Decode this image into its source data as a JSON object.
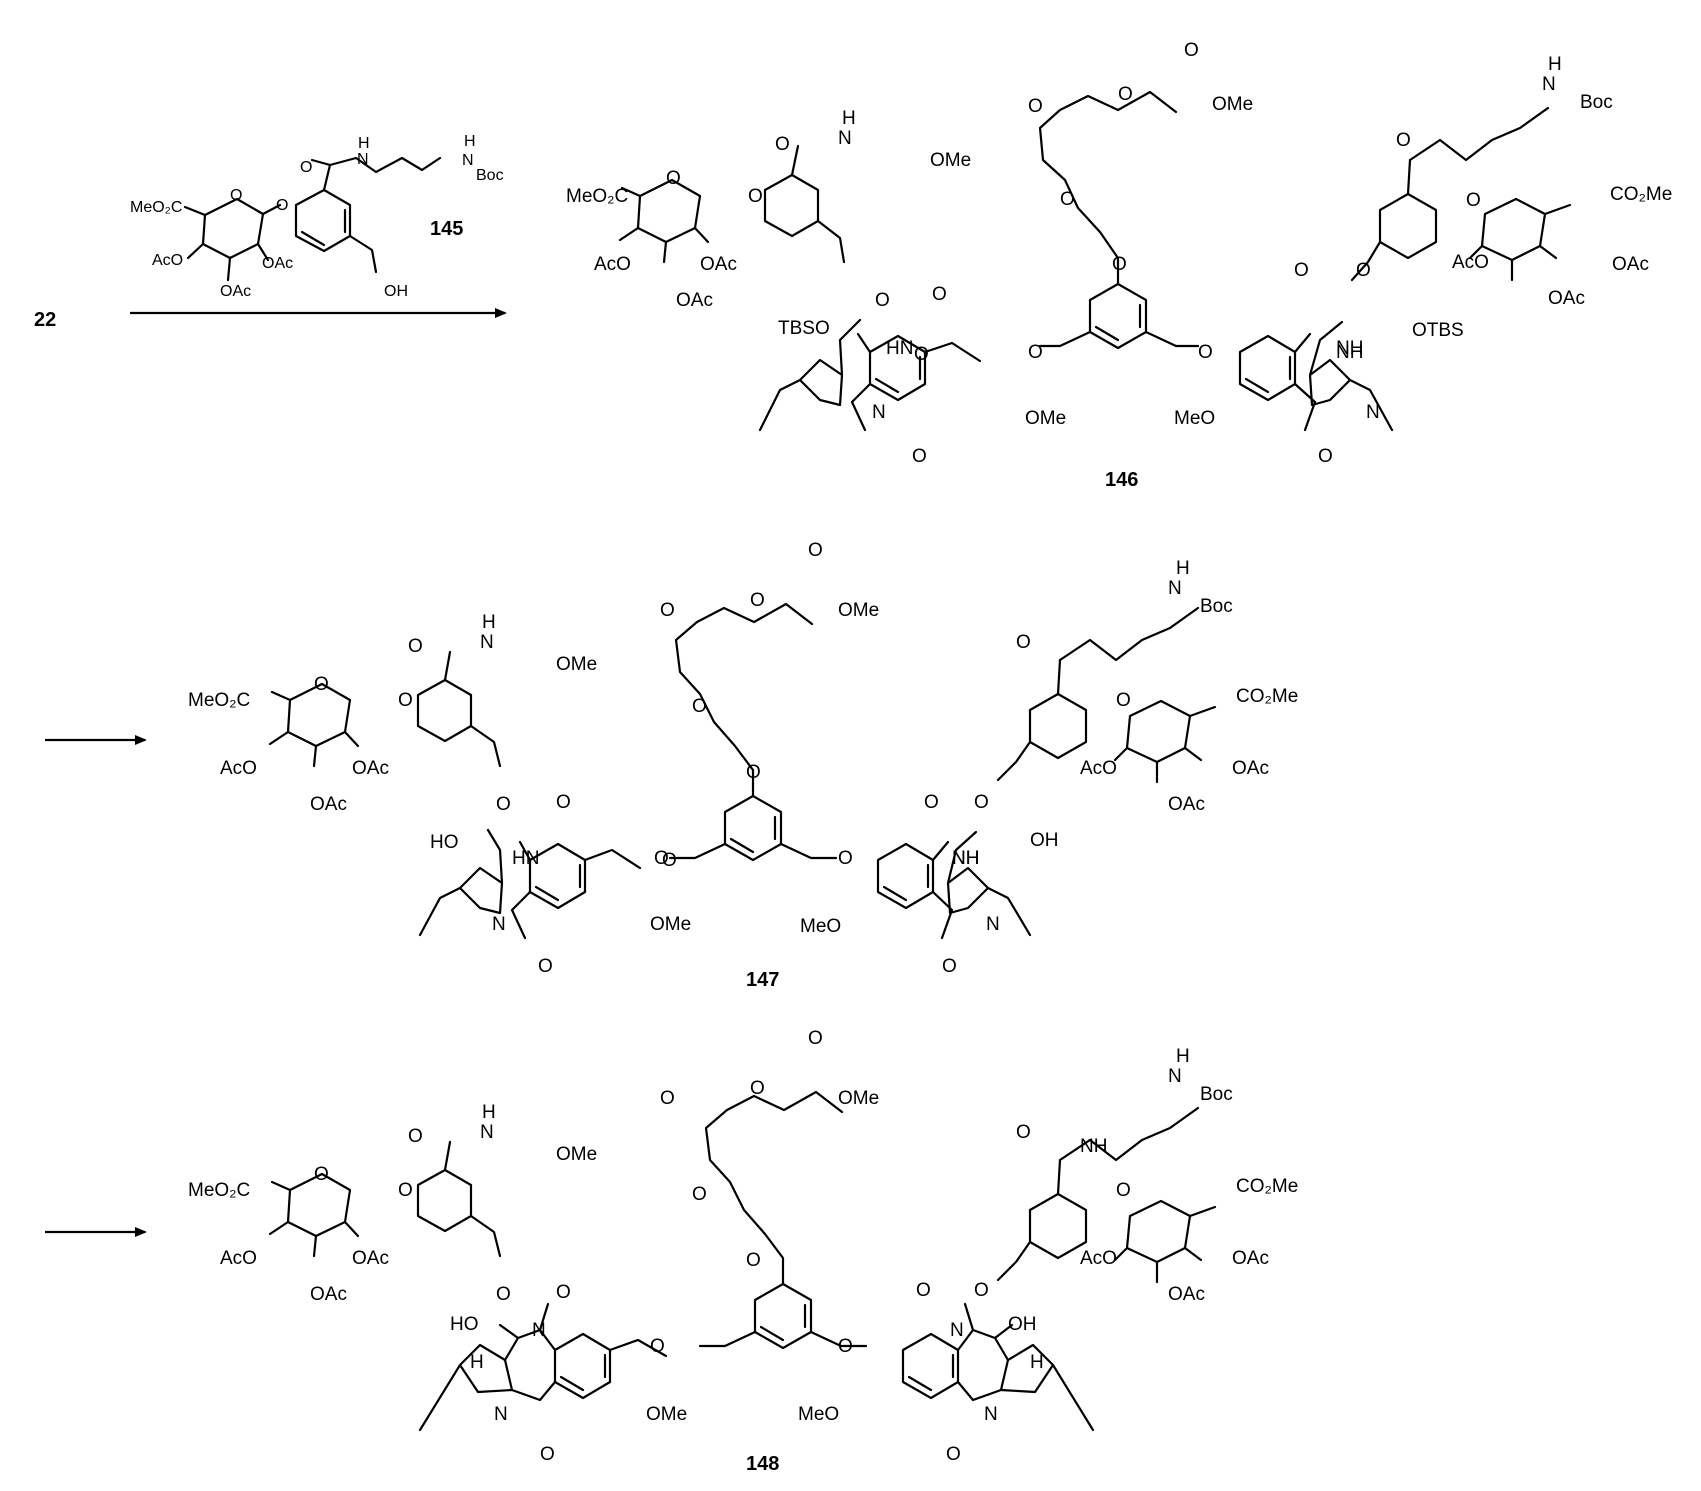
{
  "scheme": {
    "start_compound": "22",
    "reagent": {
      "compound": "145",
      "labels": [
        "MeO₂C",
        "O",
        "O",
        "AcO",
        "OAc",
        "OAc",
        "O",
        "N",
        "H",
        "H",
        "N",
        "Boc",
        "OH"
      ]
    },
    "steps": [
      {
        "compound": "146",
        "labels": [
          "MeO₂C",
          "O",
          "O",
          "AcO",
          "OAc",
          "OAc",
          "O",
          "N",
          "H",
          "OMe",
          "O",
          "O",
          "TBSO",
          "HN",
          "O",
          "N",
          "O",
          "O",
          "OMe",
          "O",
          "O",
          "O",
          "O",
          "O",
          "OMe",
          "O",
          "NH",
          "O",
          "O",
          "CO₂Me",
          "AcO",
          "OAc",
          "OAc",
          "H",
          "N",
          "Boc",
          "O",
          "O",
          "NH",
          "OTBS",
          "MeO",
          "N",
          "O"
        ]
      },
      {
        "compound": "147",
        "labels": [
          "MeO₂C",
          "O",
          "O",
          "AcO",
          "OAc",
          "OAc",
          "O",
          "N",
          "H",
          "OMe",
          "O",
          "O",
          "HO",
          "HN",
          "O",
          "N",
          "O",
          "O",
          "OMe",
          "O",
          "O",
          "O",
          "O",
          "O",
          "OMe",
          "O",
          "NH",
          "O",
          "O",
          "CO₂Me",
          "AcO",
          "OAc",
          "OAc",
          "H",
          "N",
          "Boc",
          "O",
          "O",
          "NH",
          "OH",
          "MeO",
          "N",
          "O"
        ]
      },
      {
        "compound": "148",
        "labels": [
          "MeO₂C",
          "O",
          "O",
          "AcO",
          "OAc",
          "OAc",
          "O",
          "N",
          "H",
          "OMe",
          "O",
          "O",
          "HO",
          "N",
          "H",
          "N",
          "O",
          "O",
          "OMe",
          "O",
          "O",
          "O",
          "O",
          "O",
          "OMe",
          "O",
          "NH",
          "O",
          "O",
          "CO₂Me",
          "AcO",
          "OAc",
          "OAc",
          "H",
          "N",
          "Boc",
          "O",
          "O",
          "N",
          "OH",
          "H",
          "MeO",
          "N",
          "O"
        ]
      }
    ]
  }
}
